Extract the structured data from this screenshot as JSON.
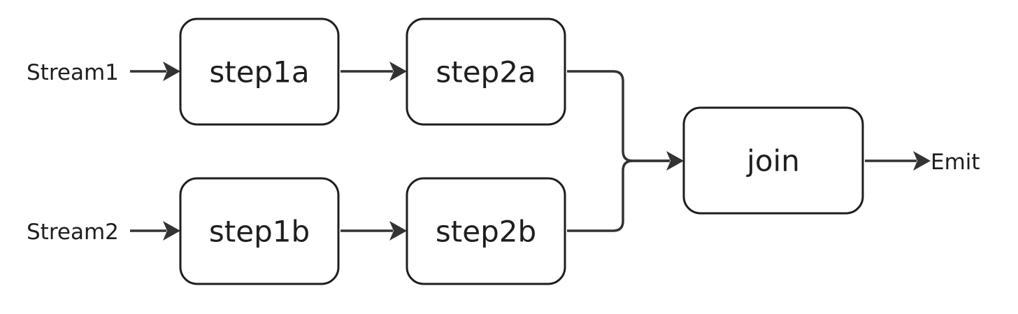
{
  "diagram": {
    "inputs": {
      "stream1": "Stream1",
      "stream2": "Stream2"
    },
    "output": {
      "emit": "Emit"
    },
    "nodes": {
      "step1a": "step1a",
      "step2a": "step2a",
      "step1b": "step1b",
      "step2b": "step2b",
      "join": "join"
    },
    "edges": [
      {
        "from": "Stream1",
        "to": "step1a"
      },
      {
        "from": "step1a",
        "to": "step2a"
      },
      {
        "from": "step2a",
        "to": "join"
      },
      {
        "from": "Stream2",
        "to": "step1b"
      },
      {
        "from": "step1b",
        "to": "step2b"
      },
      {
        "from": "step2b",
        "to": "join"
      },
      {
        "from": "join",
        "to": "Emit"
      }
    ]
  },
  "colors": {
    "stroke": "#1e1e1e",
    "edge": "#333333",
    "background": "#ffffff"
  }
}
